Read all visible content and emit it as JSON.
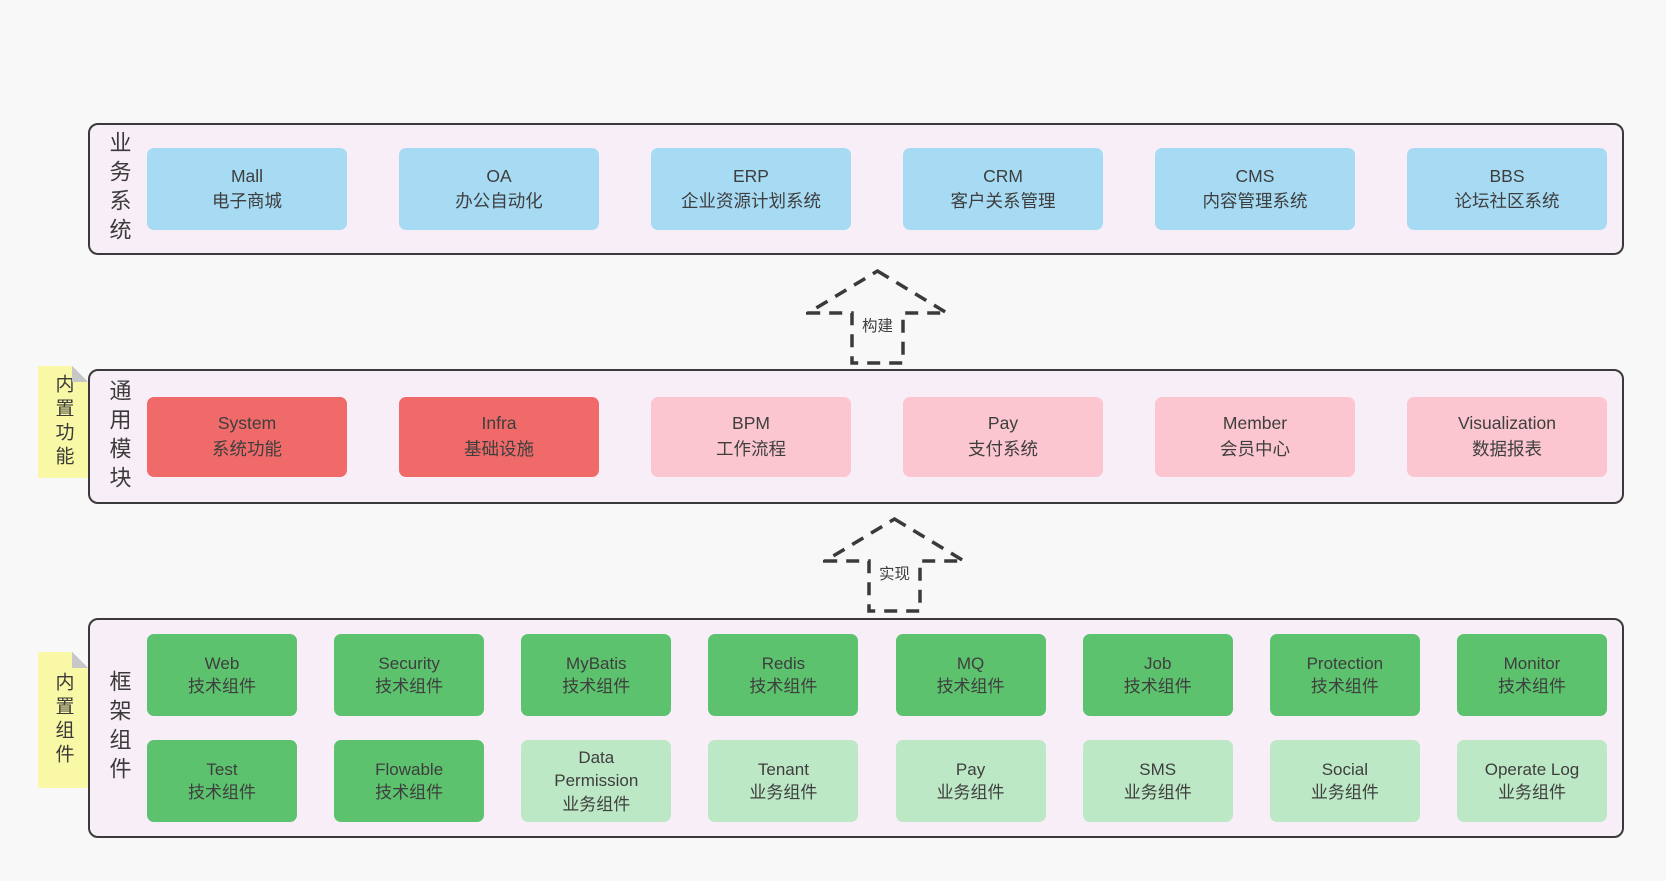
{
  "colors": {
    "page_bg": "#f8f8f8",
    "panel_bg": "#f8eef8",
    "panel_border": "#3a3a3a",
    "blue_box": "#a7dbf4",
    "red_box": "#f06a6a",
    "pink_box": "#fbc6cf",
    "green_dark_box": "#5cc26d",
    "green_light_box": "#bde8c5",
    "sticky_note": "#f8f8a6",
    "text": "#3e3e3e"
  },
  "arrows": {
    "build_label": "构建",
    "implement_label": "实现"
  },
  "layers": {
    "business": {
      "label": "业务系统",
      "boxes": [
        {
          "name": "Mall",
          "desc": "电子商城"
        },
        {
          "name": "OA",
          "desc": "办公自动化"
        },
        {
          "name": "ERP",
          "desc": "企业资源计划系统"
        },
        {
          "name": "CRM",
          "desc": "客户关系管理"
        },
        {
          "name": "CMS",
          "desc": "内容管理系统"
        },
        {
          "name": "BBS",
          "desc": "论坛社区系统"
        }
      ]
    },
    "modules": {
      "label": "通用模块",
      "note": "内置功能",
      "boxes": [
        {
          "name": "System",
          "desc": "系统功能"
        },
        {
          "name": "Infra",
          "desc": "基础设施"
        },
        {
          "name": "BPM",
          "desc": "工作流程"
        },
        {
          "name": "Pay",
          "desc": "支付系统"
        },
        {
          "name": "Member",
          "desc": "会员中心"
        },
        {
          "name": "Visualization",
          "desc": "数据报表"
        }
      ]
    },
    "framework": {
      "label": "框架组件",
      "note": "内置组件",
      "rows": [
        [
          {
            "name": "Web",
            "desc": "技术组件"
          },
          {
            "name": "Security",
            "desc": "技术组件"
          },
          {
            "name": "MyBatis",
            "desc": "技术组件"
          },
          {
            "name": "Redis",
            "desc": "技术组件"
          },
          {
            "name": "MQ",
            "desc": "技术组件"
          },
          {
            "name": "Job",
            "desc": "技术组件"
          },
          {
            "name": "Protection",
            "desc": "技术组件"
          },
          {
            "name": "Monitor",
            "desc": "技术组件"
          }
        ],
        [
          {
            "name": "Test",
            "desc": "技术组件"
          },
          {
            "name": "Flowable",
            "desc": "技术组件"
          },
          {
            "name": "Data Permission",
            "desc": "业务组件"
          },
          {
            "name": "Tenant",
            "desc": "业务组件"
          },
          {
            "name": "Pay",
            "desc": "业务组件"
          },
          {
            "name": "SMS",
            "desc": "业务组件"
          },
          {
            "name": "Social",
            "desc": "业务组件"
          },
          {
            "name": "Operate Log",
            "desc": "业务组件"
          }
        ]
      ]
    }
  }
}
